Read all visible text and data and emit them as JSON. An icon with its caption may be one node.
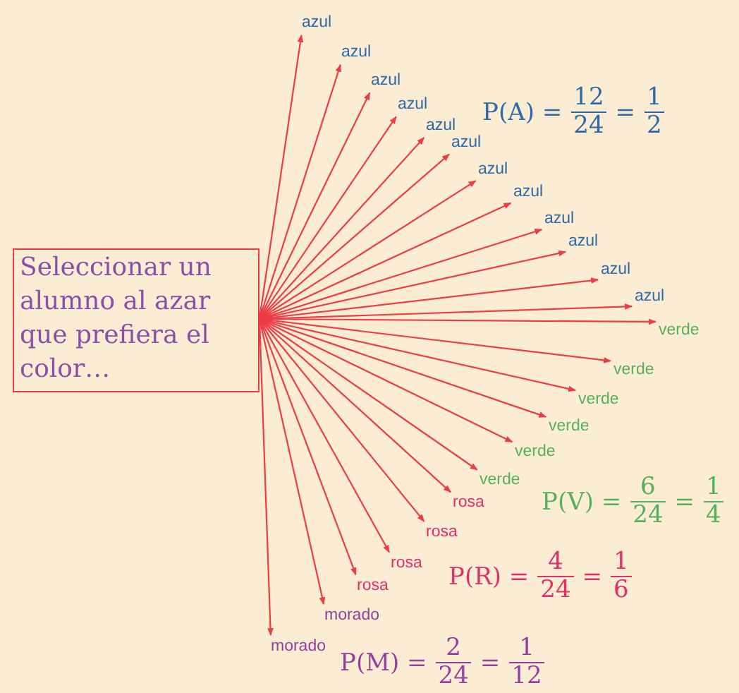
{
  "diagram": {
    "nodes": [
      {
        "text": [
          "Seleccionar un alumno al azar que prefiera el color…"
        ]
      },
      {
        "text": [
          "azul"
        ]
      },
      {
        "text": [
          "azul"
        ]
      },
      {
        "text": [
          "azul"
        ]
      },
      {
        "text": [
          "azul"
        ]
      },
      {
        "text": [
          "azul"
        ]
      },
      {
        "text": [
          "azul"
        ]
      },
      {
        "text": [
          "azul"
        ]
      },
      {
        "text": [
          "azul"
        ]
      },
      {
        "text": [
          "azul"
        ]
      },
      {
        "text": [
          "azul"
        ]
      },
      {
        "text": [
          "azul"
        ]
      },
      {
        "text": [
          "azul"
        ]
      },
      {
        "text": [
          "verde"
        ]
      },
      {
        "text": [
          "verde"
        ]
      },
      {
        "text": [
          "verde"
        ]
      },
      {
        "text": [
          "verde"
        ]
      },
      {
        "text": [
          "verde"
        ]
      },
      {
        "text": [
          "verde"
        ]
      },
      {
        "text": [
          "rosa"
        ]
      },
      {
        "text": [
          "rosa"
        ]
      },
      {
        "text": [
          "rosa"
        ]
      },
      {
        "text": [
          "rosa"
        ]
      },
      {
        "text": [
          "morado"
        ]
      },
      {
        "text": [
          "morado"
        ]
      }
    ],
    "edges": [
      {
        "from": 0,
        "to": 1,
        "arrow": "to"
      },
      {
        "from": 0,
        "to": 2,
        "arrow": "to"
      },
      {
        "from": 0,
        "to": 3,
        "arrow": "to"
      },
      {
        "from": 0,
        "to": 4,
        "arrow": "to"
      },
      {
        "from": 0,
        "to": 5,
        "arrow": "to"
      },
      {
        "from": 0,
        "to": 6,
        "arrow": "to"
      },
      {
        "from": 0,
        "to": 7,
        "arrow": "to"
      },
      {
        "from": 0,
        "to": 8,
        "arrow": "to"
      },
      {
        "from": 0,
        "to": 9,
        "arrow": "to"
      },
      {
        "from": 0,
        "to": 10,
        "arrow": "to"
      },
      {
        "from": 0,
        "to": 11,
        "arrow": "to"
      },
      {
        "from": 0,
        "to": 12,
        "arrow": "to"
      },
      {
        "from": 0,
        "to": 13,
        "arrow": "to"
      },
      {
        "from": 0,
        "to": 14,
        "arrow": "to"
      },
      {
        "from": 0,
        "to": 15,
        "arrow": "to"
      },
      {
        "from": 0,
        "to": 16,
        "arrow": "to"
      },
      {
        "from": 0,
        "to": 17,
        "arrow": "to"
      },
      {
        "from": 0,
        "to": 18,
        "arrow": "to"
      },
      {
        "from": 0,
        "to": 19,
        "arrow": "to"
      },
      {
        "from": 0,
        "to": 20,
        "arrow": "to"
      },
      {
        "from": 0,
        "to": 21,
        "arrow": "to"
      },
      {
        "from": 0,
        "to": 22,
        "arrow": "to"
      },
      {
        "from": 0,
        "to": 23,
        "arrow": "to"
      },
      {
        "from": 0,
        "to": 24,
        "arrow": "to"
      }
    ],
    "labels": [
      "P(A) =",
      "12",
      "24",
      "=",
      "1",
      "2",
      "P(V) =",
      "6",
      "24",
      "=",
      "1",
      "4",
      "P(R) =",
      "4",
      "24",
      "=",
      "1",
      "6",
      "P(M) =",
      "2",
      "24",
      "=",
      "1",
      "12"
    ]
  }
}
